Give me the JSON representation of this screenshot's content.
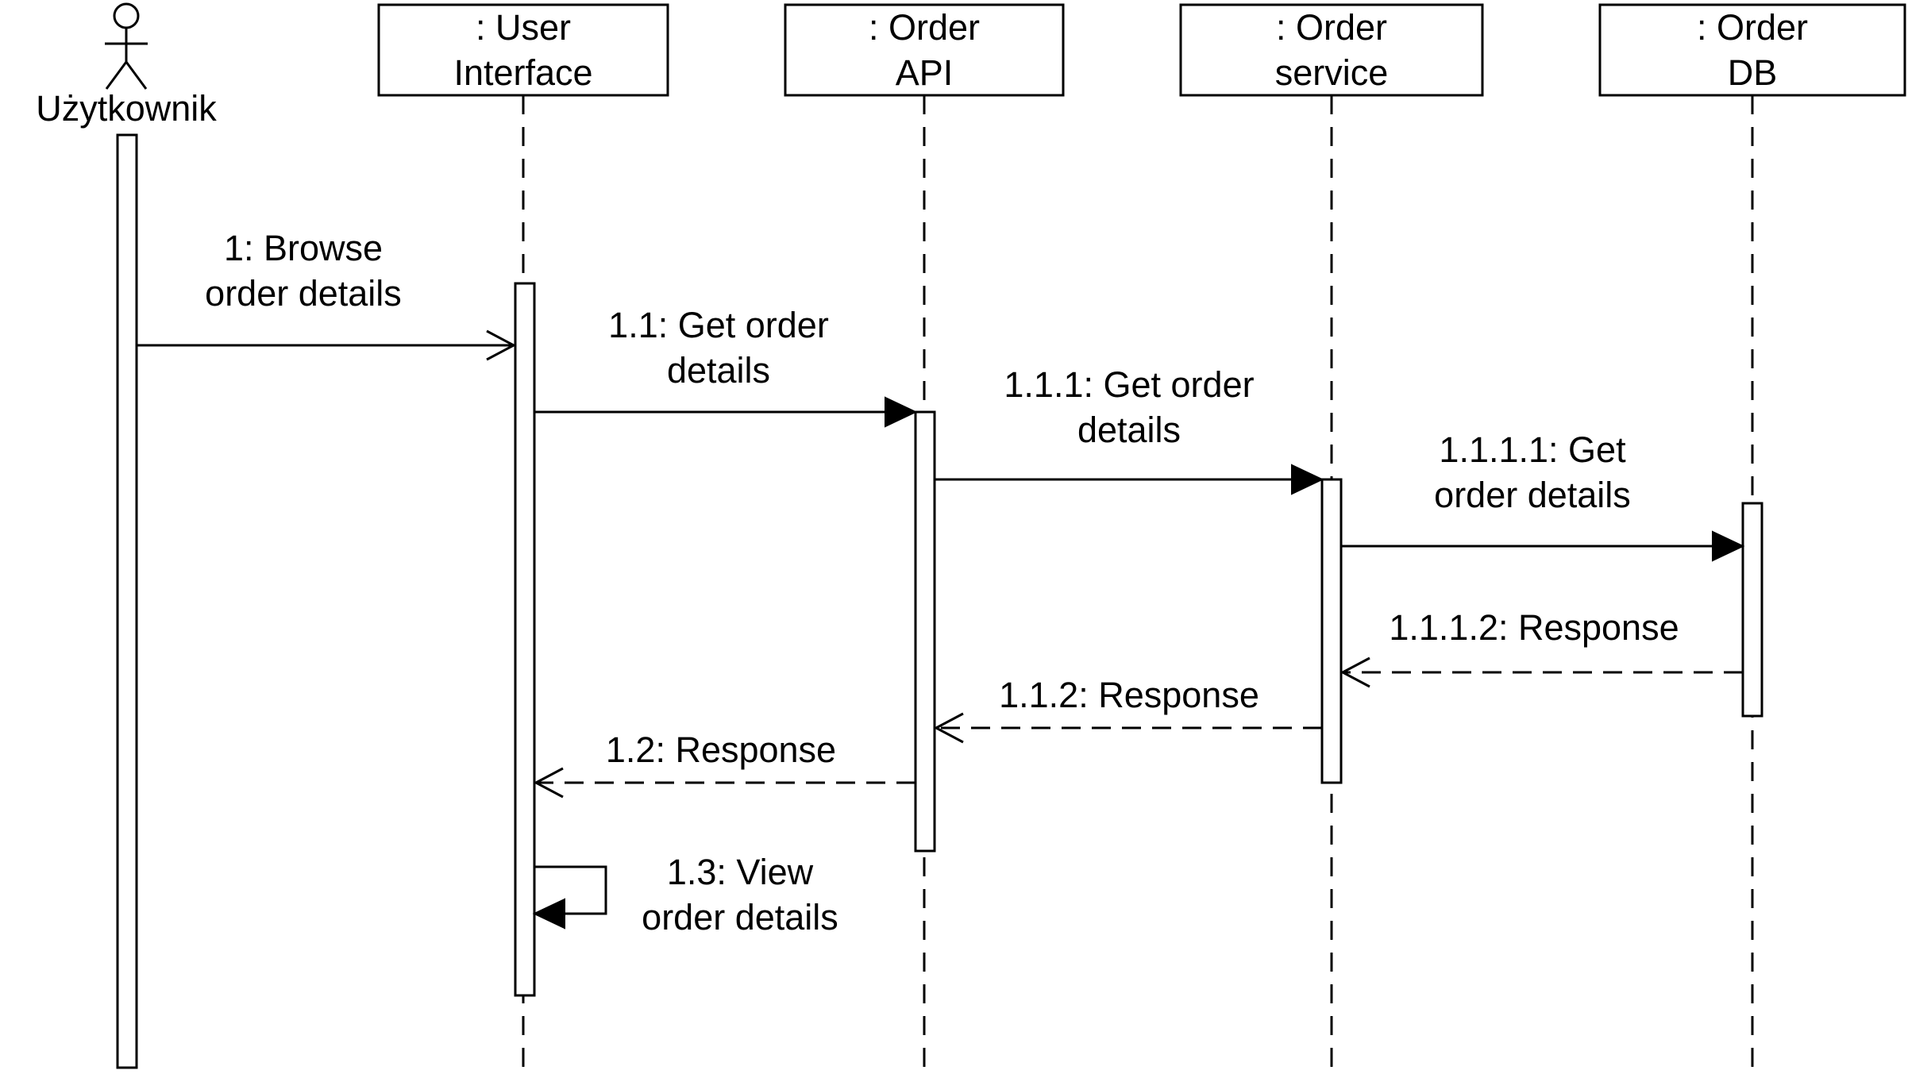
{
  "actor": {
    "name": "Użytkownik"
  },
  "lifelines": [
    {
      "id": "ui",
      "label": [
        ": User",
        "Interface"
      ]
    },
    {
      "id": "api",
      "label": [
        ": Order",
        "API"
      ]
    },
    {
      "id": "svc",
      "label": [
        ": Order",
        "service"
      ]
    },
    {
      "id": "db",
      "label": [
        ": Order",
        "DB"
      ]
    }
  ],
  "messages": [
    {
      "id": "m1",
      "label": [
        "1: Browse",
        "order details"
      ],
      "kind": "async"
    },
    {
      "id": "m11",
      "label": [
        "1.1: Get order",
        "details"
      ],
      "kind": "sync"
    },
    {
      "id": "m111",
      "label": [
        "1.1.1: Get order",
        "details"
      ],
      "kind": "sync"
    },
    {
      "id": "m1111",
      "label": [
        "1.1.1.1: Get",
        "order details"
      ],
      "kind": "sync"
    },
    {
      "id": "m1112",
      "label": [
        "1.1.1.2: Response"
      ],
      "kind": "reply"
    },
    {
      "id": "m112",
      "label": [
        "1.1.2: Response"
      ],
      "kind": "reply"
    },
    {
      "id": "m12",
      "label": [
        "1.2: Response"
      ],
      "kind": "reply"
    },
    {
      "id": "m13",
      "label": [
        "1.3: View",
        "order details"
      ],
      "kind": "self"
    }
  ]
}
